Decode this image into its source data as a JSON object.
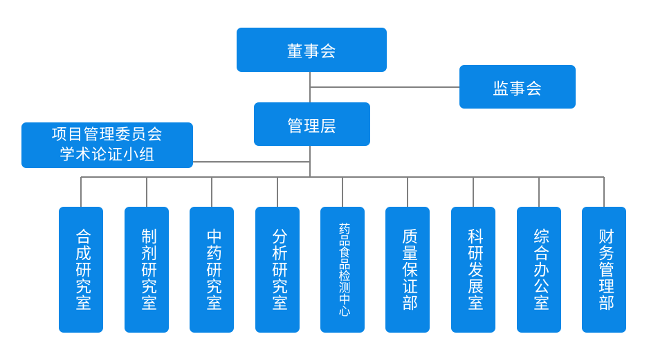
{
  "board": "董事会",
  "supervisors": "监事会",
  "management": "管理层",
  "committee": {
    "line1": "项目管理委员会",
    "line2": "学术论证小组"
  },
  "departments": [
    "合成研究室",
    "制剂研究室",
    "中药研究室",
    "分析研究室",
    "药品食品检测中心",
    "质量保证部",
    "科研发展室",
    "综合办公室",
    "财务管理部"
  ],
  "colors": {
    "box": "#0a86e6",
    "line": "#7f7f7f",
    "text": "#ffffff"
  }
}
